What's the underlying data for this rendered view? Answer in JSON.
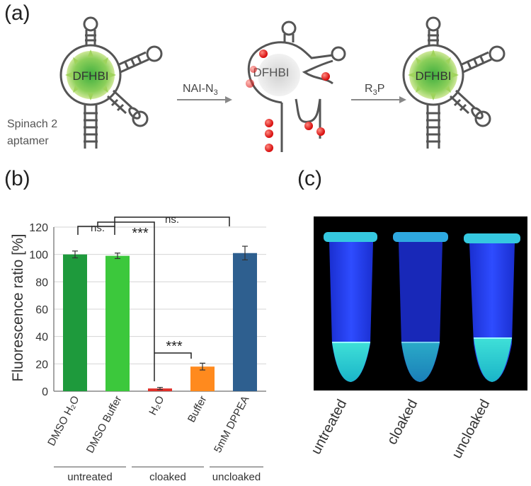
{
  "panel_a": {
    "label": "(a)",
    "ligand": "DFHBI",
    "aptamer_line1": "Spinach 2",
    "aptamer_line2": "aptamer",
    "reagent1": "NAI-N",
    "reagent1_sub": "3",
    "reagent2_pre": "R",
    "reagent2_sub": "3",
    "reagent2_post": "P"
  },
  "panel_b": {
    "label": "(b)",
    "sig_labels": [
      "ns.",
      "***",
      "ns.",
      "***"
    ],
    "group_labels": [
      "untreated",
      "cloaked",
      "uncloaked"
    ]
  },
  "panel_c": {
    "label": "(c)",
    "tube_labels": [
      "untreated",
      "cloaked",
      "uncloaked"
    ]
  },
  "chart_data": {
    "type": "bar",
    "ylabel": "Fluorescence ratio [%]",
    "ylim": [
      0,
      120
    ],
    "yticks": [
      0,
      20,
      40,
      60,
      80,
      100,
      120
    ],
    "grid": true,
    "categories": [
      "DMSO H₂O",
      "DMSO Buffer",
      "H₂O",
      "Buffer",
      "5mM DPPEA"
    ],
    "values": [
      100,
      99,
      2,
      18,
      101
    ],
    "errors": [
      2.5,
      2,
      0.8,
      2.5,
      5
    ],
    "colors": [
      "#1e9a3c",
      "#3cc83c",
      "#e0302a",
      "#ff8a1e",
      "#2e5f8f"
    ]
  }
}
